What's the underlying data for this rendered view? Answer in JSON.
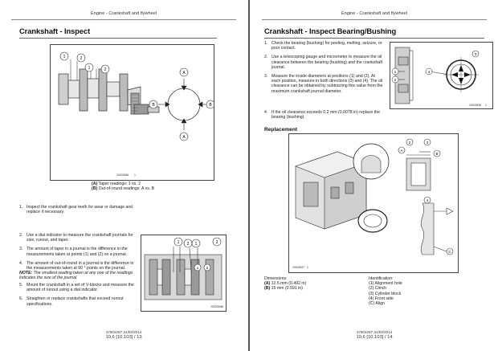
{
  "left": {
    "header": "Engine - Crankshaft and flywheel",
    "title": "Crankshaft - Inspect",
    "fig1_number": "20003586",
    "fig1_index": "1",
    "fig1_labels": {
      "c1": "1",
      "c2": "2",
      "c3": "1",
      "c4": "2",
      "a1": "A",
      "a2": "A",
      "b1": "B",
      "b2": "B"
    },
    "captions": [
      {
        "key": "(A)",
        "text": " Taper readings: 1 vs. 2"
      },
      {
        "key": "(B)",
        "text": " Out-of-round readings: A vs. B"
      }
    ],
    "step1": {
      "n": "1.",
      "text": "Inspect the crankshaft gear teeth for wear or damage and replace if necessary."
    },
    "steps2": [
      {
        "n": "2.",
        "text": "Use a dial indicator to measure the crankshaft journals for size, runout, and taper."
      },
      {
        "n": "3.",
        "text": "The amount of taper in a journal is the difference in the measurements taken at points (1) and (2) on a journal."
      },
      {
        "n": "4.",
        "text": "The amount of out-of-round in a journal is the difference in the measurements taken at 90 ° points on the journal."
      }
    ],
    "note_label": "NOTE:",
    "note_text": " The smallest reading taken at any one of the readings indicates the size of the journal.",
    "steps3": [
      {
        "n": "5.",
        "text": "Mount the crankshaft in a set of V-blocks and measure the amount of runout using a dial indicator."
      },
      {
        "n": "6.",
        "text": "Straighten or replace crankshafts that exceed runout specifications."
      }
    ],
    "fig2_number": "20003588",
    "fig2_index": "2",
    "fig2_labels": {
      "c1": "1",
      "c2": "2",
      "c3": "1",
      "c4": "2",
      "c5": "A",
      "c6": "B"
    },
    "footer_code": "47602257 31/03/2014",
    "footer_page": "10.6 [10.103] / 13"
  },
  "right": {
    "header": "Engine - Crankshaft and flywheel",
    "title": "Crankshaft - Inspect Bearing/Bushing",
    "steps": [
      {
        "n": "1.",
        "text": "Check the bearing (bushing) for peeling, melting, seizure, or poor contact."
      },
      {
        "n": "2.",
        "text": "Use a telescoping gauge and micrometer to measure the oil clearance between the bearing (bushing) and the crankshaft journal."
      },
      {
        "n": "3.",
        "text": "Measure the inside diameters at positions (1) and (2). At each position, measure in both directions (3) and (4). The oil clearance can be obtained by subtracting this value from the maximum crankshaft journal diameter."
      }
    ],
    "step4": {
      "n": "4.",
      "text": "If the oil clearance exceeds 0.2 mm (0.0078 in) replace the bearing (bushing)."
    },
    "fig1_number": "20003598",
    "fig1_index": "1",
    "fig1_labels": {
      "c1": "1",
      "c2": "2",
      "c3": "3",
      "c4": "4"
    },
    "replacement": "Replacement",
    "fig2_number": "20003597",
    "fig2_index": "2",
    "fig2_labels": {
      "a": "A",
      "b": "B",
      "c": "C",
      "n2": "2",
      "n3": "3",
      "n4": "4"
    },
    "dimensions_title": "Dimensions:",
    "dimensions": [
      {
        "key": "(A)",
        "text": " 12.5 mm (0.492 in)"
      },
      {
        "key": "(B)",
        "text": " 15 mm (0.591 in)"
      }
    ],
    "identification_title": "Identification:",
    "identification": [
      "(1) Alignment hole",
      "(2) Clinch",
      "(3) Cylinder block",
      "(4) Front side",
      "(C) Align"
    ],
    "footer_code": "47602257 31/03/2014",
    "footer_page": "10.6 [10.103] / 14"
  }
}
